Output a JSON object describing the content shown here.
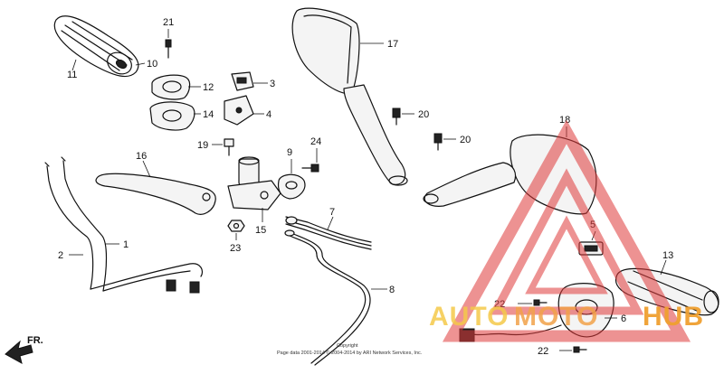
{
  "diagram": {
    "callouts": {
      "c1": "1",
      "c2": "2",
      "c3": "3",
      "c4": "4",
      "c5": "5",
      "c6": "6",
      "c7": "7",
      "c8": "8",
      "c9": "9",
      "c10": "10",
      "c11": "11",
      "c12": "12",
      "c13": "13",
      "c14": "14",
      "c15": "15",
      "c16": "16",
      "c17": "17",
      "c18": "18",
      "c19": "19",
      "c20a": "20",
      "c20b": "20",
      "c21": "21",
      "c22a": "22",
      "c22b": "22",
      "c23": "23",
      "c24": "24"
    },
    "front_marker": "FR.",
    "copyright_line1": "Copyright",
    "copyright_line2": "Page data 2001-2014 © 2004-2014 by ARI Network Services, Inc."
  },
  "watermark": {
    "text_a": "AUTO",
    "text_b": "MOTO",
    "text_c": "HUB",
    "colors": {
      "auto": "#f5c94a",
      "moto": "#f2a24a",
      "hub": "#f0a030",
      "triangle": "#e03a3a"
    }
  }
}
